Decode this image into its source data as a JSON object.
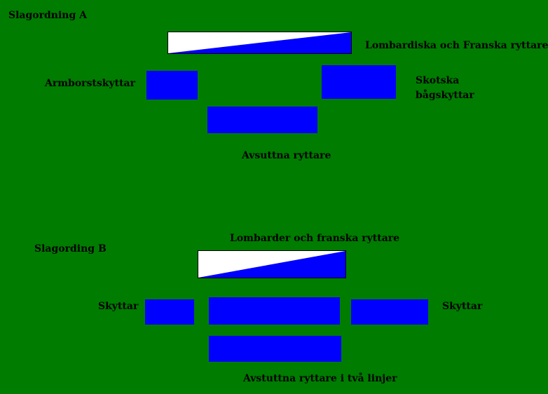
{
  "colors": {
    "field": "#007c00",
    "unit": "#0000ff",
    "wedge_light": "#ffffff",
    "text": "#000000"
  },
  "formation_a": {
    "title": "Slagordning A",
    "cavalry_label": "Lombardiska och Franska ryttare",
    "left_archers_label": "Armborstskyttar",
    "right_archers_label_line1": "Skotska",
    "right_archers_label_line2": "bågskyttar",
    "dismounted_label": "Avsuttna ryttare"
  },
  "formation_b": {
    "title": "Slagording B",
    "cavalry_label": "Lombarder och franska ryttare",
    "left_archers_label": "Skyttar",
    "right_archers_label": "Skyttar",
    "dismounted_label": "Avstuttna ryttare i två linjer"
  }
}
